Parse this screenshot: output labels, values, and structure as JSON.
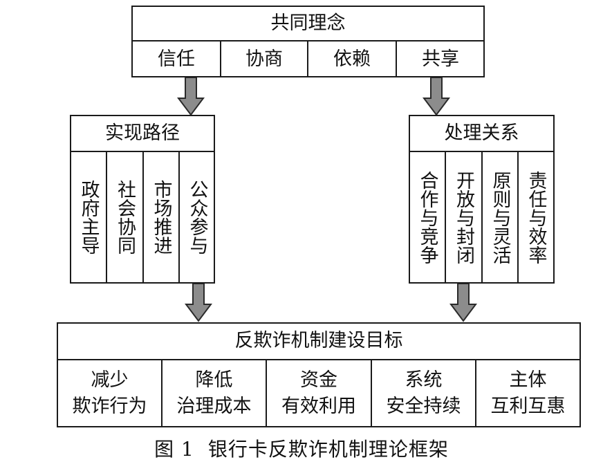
{
  "top": {
    "title": "共同理念",
    "items": [
      "信任",
      "协商",
      "依赖",
      "共享"
    ]
  },
  "left": {
    "title": "实现路径",
    "items": [
      "政府主导",
      "社会协同",
      "市场推进",
      "公众参与"
    ]
  },
  "right": {
    "title": "处理关系",
    "items": [
      "合作与竞争",
      "开放与封闭",
      "原则与灵活",
      "责任与效率"
    ]
  },
  "bottom": {
    "title": "反欺诈机制建设目标",
    "items": [
      {
        "line1": "减少",
        "line2": "欺诈行为"
      },
      {
        "line1": "降低",
        "line2": "治理成本"
      },
      {
        "line1": "资金",
        "line2": "有效利用"
      },
      {
        "line1": "系统",
        "line2": "安全持续"
      },
      {
        "line1": "主体",
        "line2": "互利互惠"
      }
    ]
  },
  "caption": {
    "number": "图 1",
    "text": "银行卡反欺诈机制理论框架"
  },
  "colors": {
    "line": "#1a1a1a",
    "arrow_fill": "#8c8c8c",
    "arrow_stroke": "#2a2a2a"
  }
}
